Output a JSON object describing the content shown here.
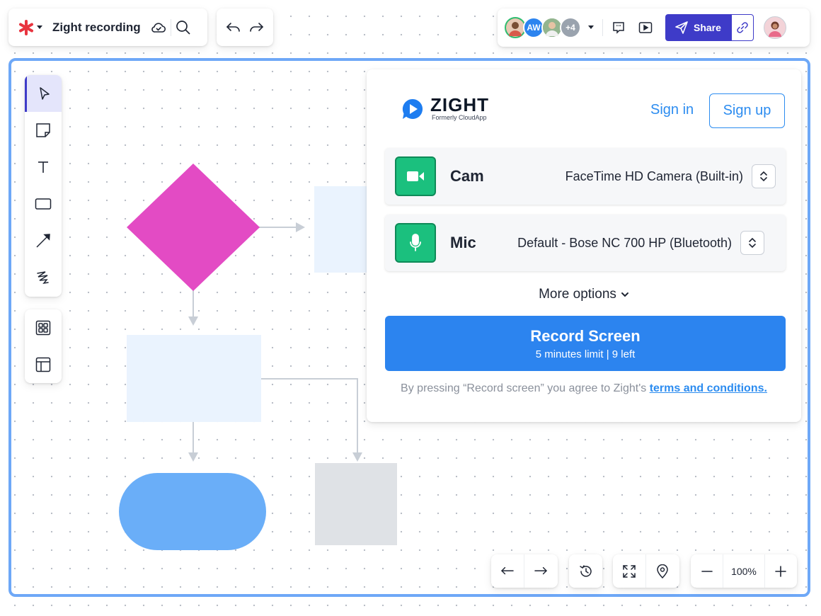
{
  "app": {
    "title": "Zight recording",
    "brand_color": "#e8343f",
    "accent_color": "#3e3bc8"
  },
  "collaborators": {
    "avatar_initials": "AW",
    "extra_count": "+4"
  },
  "share": {
    "label": "Share"
  },
  "tools": [
    "select-pointer",
    "sticky-note",
    "text",
    "rectangle",
    "arrow-line",
    "freehand-draw"
  ],
  "zight": {
    "brand": "ZIGHT",
    "tagline": "Formerly CloudApp",
    "sign_in": "Sign in",
    "sign_up": "Sign up",
    "cam": {
      "label": "Cam",
      "value": "FaceTime HD Camera (Built-in)"
    },
    "mic": {
      "label": "Mic",
      "value": "Default - Bose NC 700 HP (Bluetooth)"
    },
    "more_options": "More options",
    "record": {
      "label": "Record Screen",
      "limit": "5 minutes limit | 9 left"
    },
    "agree": {
      "prefix": "By pressing “Record screen” you agree to Zight's ",
      "link": "terms and conditions."
    }
  },
  "diagram": {
    "decision_color": "#e34bc4",
    "process_color": "#eaf3fe",
    "terminal_color": "#6aaef8",
    "placeholder_color": "#dfe2e6",
    "connector_color": "#c8ced6"
  },
  "zoom": {
    "level": "100%"
  }
}
